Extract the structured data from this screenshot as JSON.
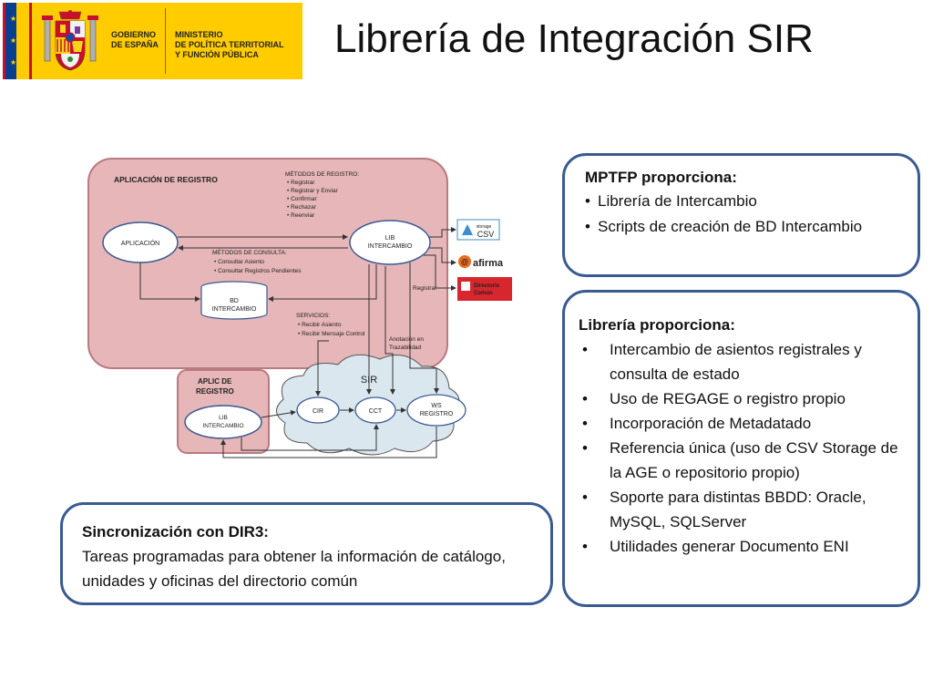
{
  "header": {
    "gobierno": [
      "GOBIERNO",
      "DE ESPAÑA"
    ],
    "ministerio": [
      "MINISTERIO",
      "DE POLÍTICA TERRITORIAL",
      "Y FUNCIÓN PÚBLICA"
    ],
    "title": "Librería de Integración SIR",
    "colors": {
      "logo_bg": "#ffcc00",
      "flag_red": "#c8102e",
      "eu_blue": "#0a3f8f"
    }
  },
  "diagram": {
    "app_title": "APLICACIÓN DE REGISTRO",
    "aplicacion": "APLICACIÓN",
    "lib_intercambio": [
      "LIB",
      "INTERCAMBIO"
    ],
    "bd_intercambio": [
      "BD",
      "INTERCAMBIO"
    ],
    "metodos_registro": {
      "title": "MÉTODOS DE REGISTRO:",
      "items": [
        "Registrar",
        "Registrar y Enviar",
        "Confirmar",
        "Rechazar",
        "Reenviar"
      ]
    },
    "metodos_consulta": {
      "title": "MÉTODOS DE CONSULTA:",
      "items": [
        "Consultar Asiento",
        "Consultar Registros Pendientes"
      ]
    },
    "servicios": {
      "title": "SERVICIOS:",
      "items": [
        "Recibir Asiento",
        "Recibir Mensaje Control"
      ]
    },
    "registrar_label": "Registrar",
    "anotacion_label": [
      "Anotación en",
      "Trazabilidad"
    ],
    "aplic_registro": [
      "APLIC DE",
      "REGISTRO"
    ],
    "lib_intercambio_2": [
      "LIB",
      "INTERCAMBIO"
    ],
    "cloud_label": "SIR",
    "cir": "CIR",
    "cct": "CCT",
    "ws_registro": [
      "WS",
      "REGISTRO"
    ],
    "service_csv": "CSV",
    "service_csv_small": "storage",
    "service_afirma": "afirma",
    "service_afirma_a": "@",
    "service_dir": [
      "Directorio",
      "Común"
    ],
    "colors": {
      "pink": "#e6b6b8",
      "pink_border": "#b97a80",
      "cloud_fill": "#dbe7ef",
      "red_logo": "#d7262e",
      "csv_blue": "#3d8ec9"
    }
  },
  "box_mptfp": {
    "title": "MPTFP proporciona:",
    "items": [
      "Librería de Intercambio",
      "Scripts de creación de BD Intercambio"
    ]
  },
  "box_libreria": {
    "title": "Librería proporciona:",
    "items": [
      "Intercambio de asientos registrales y consulta de estado",
      "Uso de REGAGE o registro propio",
      "Incorporación de Metadatado",
      "Referencia única (uso de CSV Storage de la AGE o repositorio propio)",
      "Soporte para distintas BBDD: Oracle, MySQL, SQLServer",
      "Utilidades generar Documento ENI"
    ]
  },
  "box_dir3": {
    "title": "Sincronización con DIR3:",
    "text": "Tareas programadas para obtener la información de catálogo, unidades y oficinas del directorio común"
  },
  "bullet": "•"
}
